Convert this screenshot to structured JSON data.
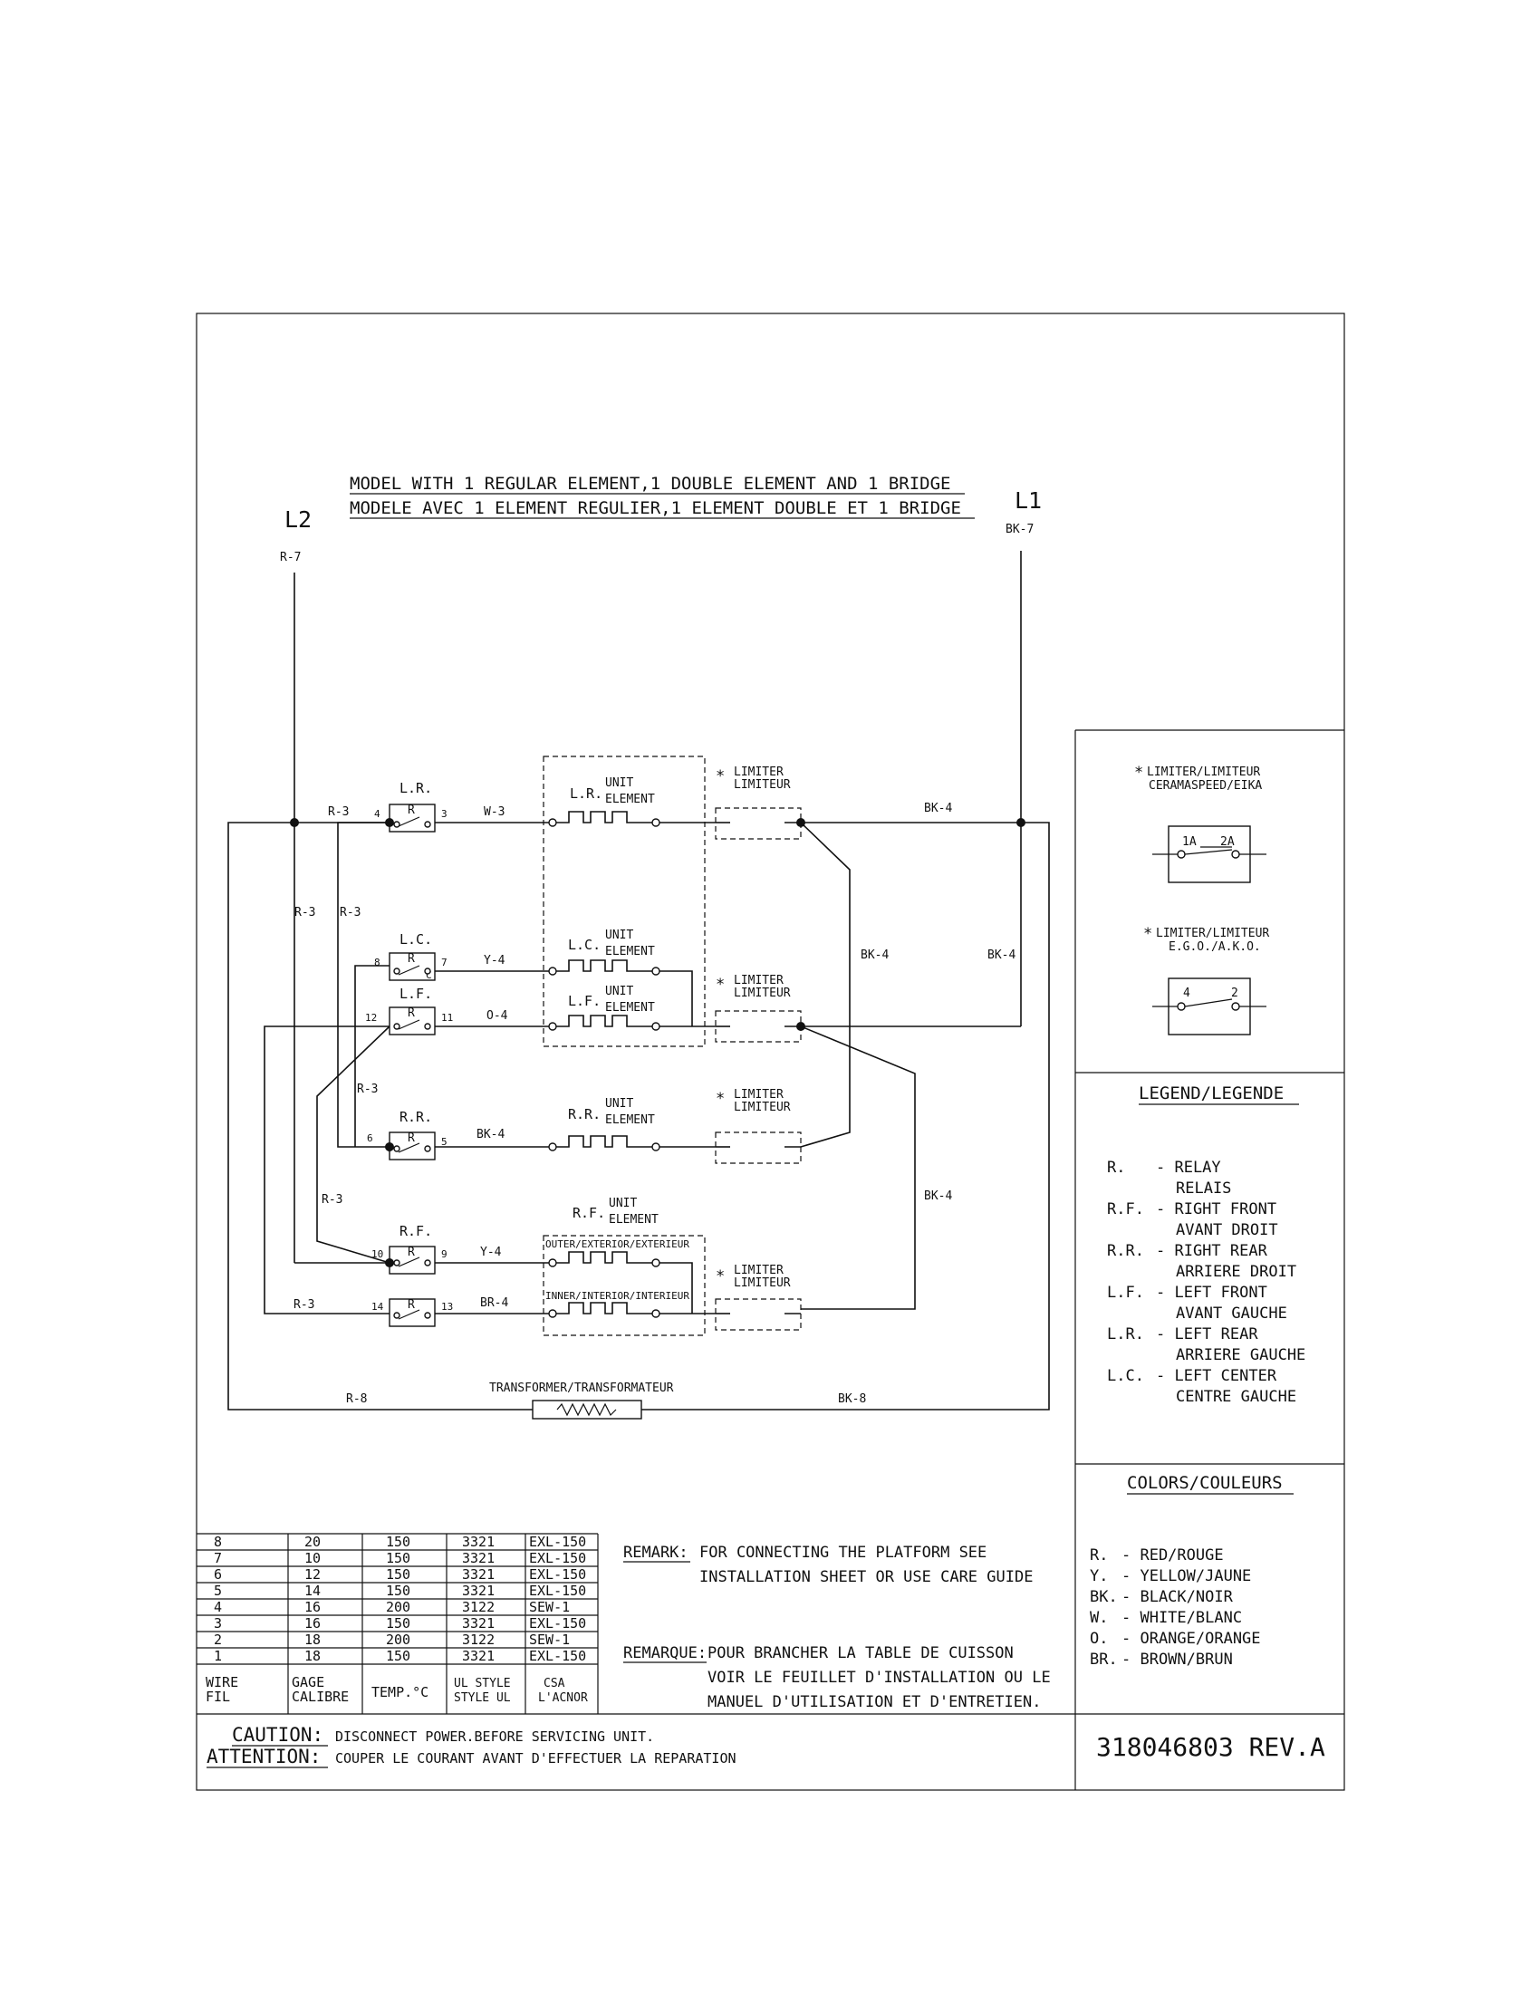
{
  "title": {
    "en": "MODEL WITH 1 REGULAR ELEMENT,1 DOUBLE ELEMENT AND 1 BRIDGE",
    "fr": "MODELE AVEC 1 ELEMENT REGULIER,1 ELEMENT DOUBLE ET 1 BRIDGE"
  },
  "lines": {
    "l2": "L2",
    "l1": "L1",
    "l2_wire": "R-7",
    "l1_wire": "BK-7"
  },
  "wires": {
    "r3": "R-3",
    "w3": "W-3",
    "y4": "Y-4",
    "o4": "O-4",
    "bk4": "BK-4",
    "br4": "BR-4",
    "r8": "R-8",
    "bk8": "BK-8"
  },
  "relays": {
    "lr": "L.R.",
    "lc": "L.C.",
    "lf": "L.F.",
    "rr": "R.R.",
    "rf": "R.F.",
    "r": "R",
    "c": "C"
  },
  "terminals": {
    "t4": "4",
    "t3": "3",
    "t8": "8",
    "t7": "7",
    "t12": "12",
    "t11": "11",
    "t6": "6",
    "t5": "5",
    "t10": "10",
    "t9": "9",
    "t14": "14",
    "t13": "13"
  },
  "elements": {
    "unit": "UNIT",
    "element": "ELEMENT",
    "lr": "L.R.",
    "lc": "L.C.",
    "lf": "L.F.",
    "rr": "R.R.",
    "rf": "R.F.",
    "outer": "OUTER/EXTERIOR/EXTERIEUR",
    "inner": "INNER/INTERIOR/INTERIEUR"
  },
  "limiter": {
    "star": "*",
    "l1": "LIMITER",
    "l2": "LIMITEUR"
  },
  "transformer": "TRANSFORMER/TRANSFORMATEUR",
  "limiter_panel": {
    "ceram_title": "LIMITER/LIMITEUR",
    "ceram_sub": "CERAMASPEED/EIKA",
    "ceram_1a": "1A",
    "ceram_2a": "2A",
    "ego_title": "LIMITER/LIMITEUR",
    "ego_sub": "E.G.O./A.K.O.",
    "ego_4": "4",
    "ego_2": "2"
  },
  "legend": {
    "heading": "LEGEND/LEGENDE",
    "items": [
      {
        "abbr": "R.",
        "en": "- RELAY",
        "fr": "RELAIS"
      },
      {
        "abbr": "R.F.",
        "en": "- RIGHT FRONT",
        "fr": "AVANT DROIT"
      },
      {
        "abbr": "R.R.",
        "en": "- RIGHT REAR",
        "fr": "ARRIERE DROIT"
      },
      {
        "abbr": "L.F.",
        "en": "- LEFT FRONT",
        "fr": "AVANT GAUCHE"
      },
      {
        "abbr": "L.R.",
        "en": "- LEFT REAR",
        "fr": "ARRIERE GAUCHE"
      },
      {
        "abbr": "L.C.",
        "en": "- LEFT CENTER",
        "fr": "CENTRE GAUCHE"
      }
    ]
  },
  "colors": {
    "heading": "COLORS/COULEURS",
    "items": [
      {
        "abbr": "R.",
        "text": "- RED/ROUGE"
      },
      {
        "abbr": "Y.",
        "text": "- YELLOW/JAUNE"
      },
      {
        "abbr": "BK.",
        "text": "- BLACK/NOIR"
      },
      {
        "abbr": "W.",
        "text": "- WHITE/BLANC"
      },
      {
        "abbr": "O.",
        "text": "- ORANGE/ORANGE"
      },
      {
        "abbr": "BR.",
        "text": "- BROWN/BRUN"
      }
    ]
  },
  "wire_table": {
    "rows": [
      [
        "8",
        "20",
        "150",
        "3321",
        "EXL-150"
      ],
      [
        "7",
        "10",
        "150",
        "3321",
        "EXL-150"
      ],
      [
        "6",
        "12",
        "150",
        "3321",
        "EXL-150"
      ],
      [
        "5",
        "14",
        "150",
        "3321",
        "EXL-150"
      ],
      [
        "4",
        "16",
        "200",
        "3122",
        "SEW-1"
      ],
      [
        "3",
        "16",
        "150",
        "3321",
        "EXL-150"
      ],
      [
        "2",
        "18",
        "200",
        "3122",
        "SEW-1"
      ],
      [
        "1",
        "18",
        "150",
        "3321",
        "EXL-150"
      ]
    ],
    "headers": [
      [
        "WIRE",
        "FIL"
      ],
      [
        "GAGE",
        "CALIBRE"
      ],
      [
        "TEMP.°C",
        ""
      ],
      [
        "UL STYLE",
        "STYLE UL"
      ],
      [
        "CSA",
        "L'ACNOR"
      ]
    ]
  },
  "remark": {
    "label": "REMARK:",
    "l1": "FOR CONNECTING THE PLATFORM SEE",
    "l2": "INSTALLATION SHEET OR USE CARE GUIDE",
    "label_fr": "REMARQUE:",
    "fr1": "POUR BRANCHER LA TABLE DE CUISSON",
    "fr2": "VOIR LE FEUILLET D'INSTALLATION OU LE",
    "fr3": "MANUEL D'UTILISATION ET D'ENTRETIEN."
  },
  "caution": {
    "label": "CAUTION:",
    "text": "DISCONNECT POWER.BEFORE SERVICING UNIT.",
    "label_fr": "ATTENTION:",
    "text_fr": "COUPER LE COURANT AVANT D'EFFECTUER LA REPARATION"
  },
  "part_number": "318046803 REV.A"
}
